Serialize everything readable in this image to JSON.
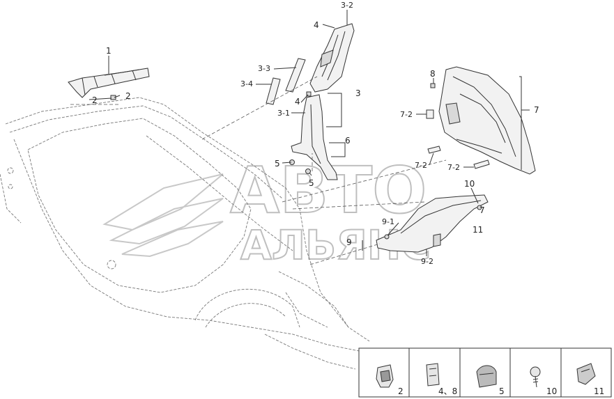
{
  "labels": {
    "l1": "1",
    "l2a": "2",
    "l2b": "2",
    "l3": "3",
    "l3_1": "3-1",
    "l3_2": "3-2",
    "l3_3": "3-3",
    "l3_4": "3-4",
    "l4a": "4",
    "l4b": "4",
    "l5a": "5",
    "l5b": "5",
    "l6": "6",
    "l7": "7",
    "l7_2a": "7-2",
    "l7_2b": "7-2",
    "l7_2c": "7-2",
    "l8": "8",
    "l9": "9",
    "l9_1": "9-1",
    "l9_2": "9-2",
    "l10": "10",
    "l11": "11",
    "l7b": "7"
  },
  "watermark": {
    "line1": "АВТО",
    "line2": "АЛЬЯНС"
  },
  "legend": [
    {
      "label": "2",
      "icon": "clip-icon"
    },
    {
      "label": "4、8",
      "icon": "bracket-clip-icon"
    },
    {
      "label": "5",
      "icon": "cap-clip-icon"
    },
    {
      "label": "10",
      "icon": "screw-icon"
    },
    {
      "label": "11",
      "icon": "push-clip-icon"
    }
  ],
  "colors": {
    "line": "#333333",
    "watermark": "#bfbfbf"
  }
}
